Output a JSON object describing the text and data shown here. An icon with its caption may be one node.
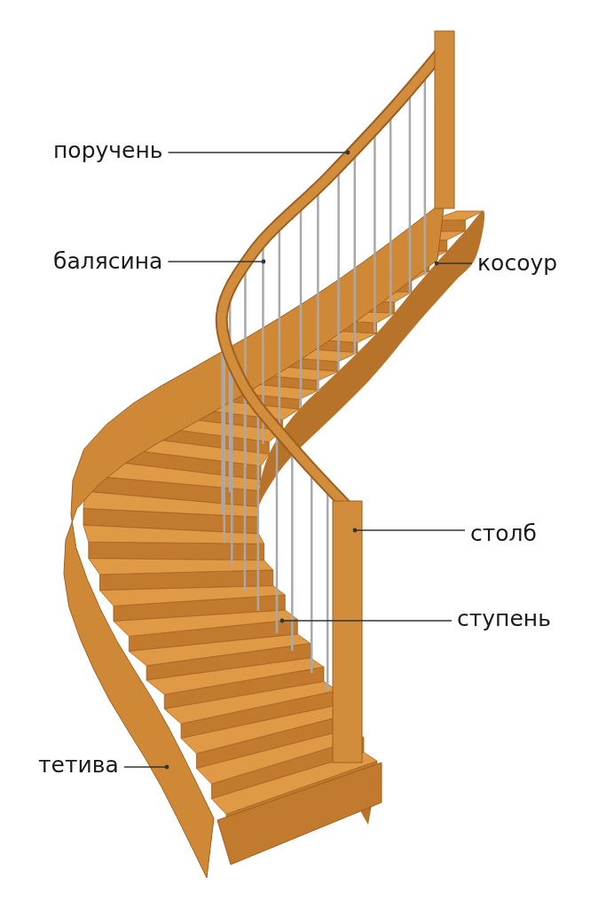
{
  "diagram": {
    "nodes": [
      {
        "text": [
          "поручень"
        ]
      },
      {
        "text": [
          "балясина"
        ]
      },
      {
        "text": [
          "косоур"
        ]
      },
      {
        "text": [
          "столб"
        ]
      },
      {
        "text": [
          "ступень"
        ]
      },
      {
        "text": [
          "тетива"
        ]
      }
    ],
    "edges": [
      {
        "from": 0,
        "to": null,
        "arrow": "other"
      },
      {
        "from": 1,
        "to": null,
        "arrow": "other"
      },
      {
        "from": 2,
        "to": null,
        "arrow": "other"
      },
      {
        "from": 3,
        "to": null,
        "arrow": "other"
      },
      {
        "from": 4,
        "to": null,
        "arrow": "other"
      },
      {
        "from": 5,
        "to": null,
        "arrow": "other"
      }
    ]
  }
}
